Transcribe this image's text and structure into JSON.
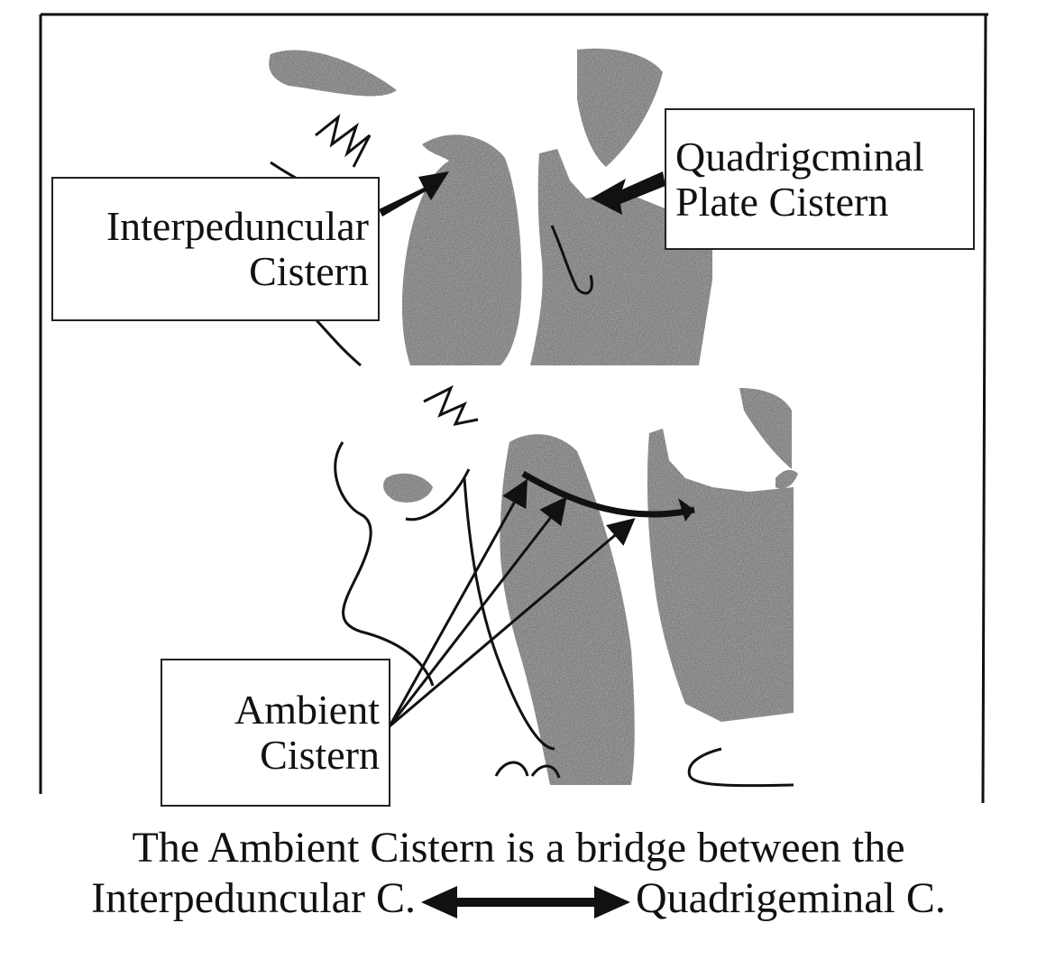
{
  "labels": {
    "interpeduncular": [
      "Interpeduncular",
      "Cistern"
    ],
    "quadrigeminal": [
      "Quadrigcminal",
      "Plate Cistern"
    ],
    "ambient": [
      "Ambient",
      "Cistern"
    ]
  },
  "caption": {
    "line1": "The Ambient Cistern is a bridge between the",
    "line2_left": "Interpeduncular C.",
    "line2_right": "Quadrigeminal C."
  },
  "colors": {
    "tissue": "#6e6e6e",
    "ink": "#111111",
    "background": "#ffffff"
  },
  "icons": {
    "caption_connector": "double-headed-arrow-icon"
  }
}
